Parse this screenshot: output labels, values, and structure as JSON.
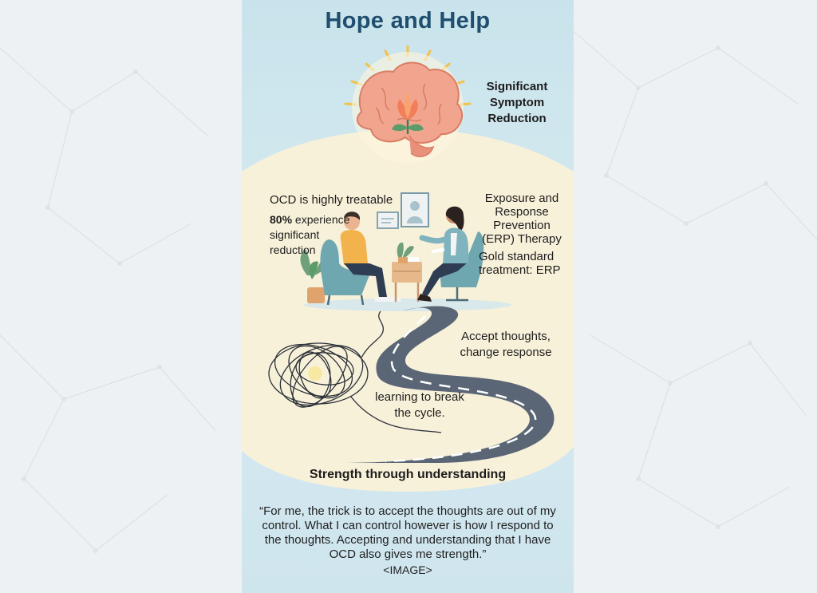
{
  "title": "Hope and Help",
  "symptom_reduction": "Significant Symptom Reduction",
  "treatable": "OCD is highly treatable",
  "experience": {
    "percent": "80%",
    "text": " experience significant reduction"
  },
  "erp_therapy": "Exposure and Response Prevention (ERP) Therapy",
  "gold_standard": "Gold standard treatment: ERP",
  "accept_thoughts": "Accept thoughts, change response",
  "break_cycle": "learning to break the cycle.",
  "strength": "Strength through understanding",
  "quote": "“For me, the trick is to accept the thoughts are out of my control. What I can control however is how I respond to the thoughts. Accepting and understanding that I have OCD also gives me strength.”",
  "image_placeholder": "<IMAGE>",
  "icons": [
    "brain-flower-icon",
    "sun-rays-icon",
    "therapist-figure-icon",
    "client-figure-icon",
    "tangled-thread-icon",
    "road-icon",
    "potted-plant-icon",
    "wall-picture-icon"
  ],
  "colors": {
    "title": "#1f4e6e",
    "poster_bg": "#cfe5ee",
    "cream_panel": "#f8f1da",
    "brain": "#f2a58e",
    "road": "#5a6675"
  }
}
